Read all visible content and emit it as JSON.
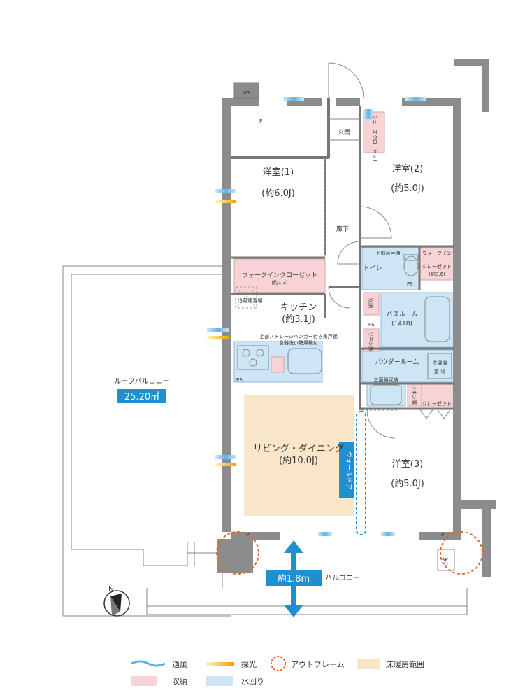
{
  "rooms": {
    "bedroom1_name": "洋室(1)",
    "bedroom1_size": "(約6.0J)",
    "bedroom2_name": "洋室(2)",
    "bedroom2_size": "(約5.0J)",
    "bedroom3_name": "洋室(3)",
    "bedroom3_size": "(約5.0J)",
    "kitchen_name": "キッチン",
    "kitchen_size": "(約3.1J)",
    "living_name": "リビング・ダイニング",
    "living_size": "(約10.0J)",
    "bathroom_name": "バスルーム",
    "bathroom_size": "(1418)",
    "powder_room": "パウダールーム",
    "toilet": "トイレ",
    "entrance": "玄関",
    "hallway": "廊下"
  },
  "storage_labels": {
    "walkin_closet_1": "ウォークインクローゼット",
    "walkin_closet_1_size": "(約1.3)",
    "walkin_closet_2_a": "ウォークイン",
    "walkin_closet_2_b": "クローゼット",
    "walkin_closet_2_size": "(約0.6)",
    "shoes_closet": "シューズクローゼット",
    "upper_cabinet": "上部吊戸棚",
    "storage": "収納",
    "linen_1": "リネン庫",
    "linen_2": "リネン庫",
    "closet": "クローゼット",
    "fridge": "冷蔵庫置場",
    "kitchen_note_1": "上部ストレージハンガー付き吊戸棚",
    "kitchen_note_2": "食器洗い乾燥機付",
    "triple_mirror": "三面鏡収納",
    "washer_1": "洗濯機",
    "washer_2": "置 場"
  },
  "fixtures": {
    "ps": "PS",
    "p": "P",
    "mb": "MB",
    "sk": "SK",
    "wall_door": "ウォールドア"
  },
  "balcony": {
    "roof_balcony": "ルーフバルコニー",
    "roof_balcony_area": "25.20㎡",
    "balcony": "バルコニー",
    "depth": "約1.8m"
  },
  "compass": {
    "north": "N"
  },
  "legend": {
    "ventilation": "通風",
    "daylight": "採光",
    "outframe": "アウトフレーム",
    "floor_heating": "床暖房範囲",
    "storage": "収納",
    "water": "水回り"
  },
  "colors": {
    "storage": "#f7d3d6",
    "water": "#cde5f4",
    "floor_heating": "#f9e5c8",
    "accent": "#1f8fcf",
    "outframe": "#e8682a",
    "wall": "#8c8c8c"
  }
}
